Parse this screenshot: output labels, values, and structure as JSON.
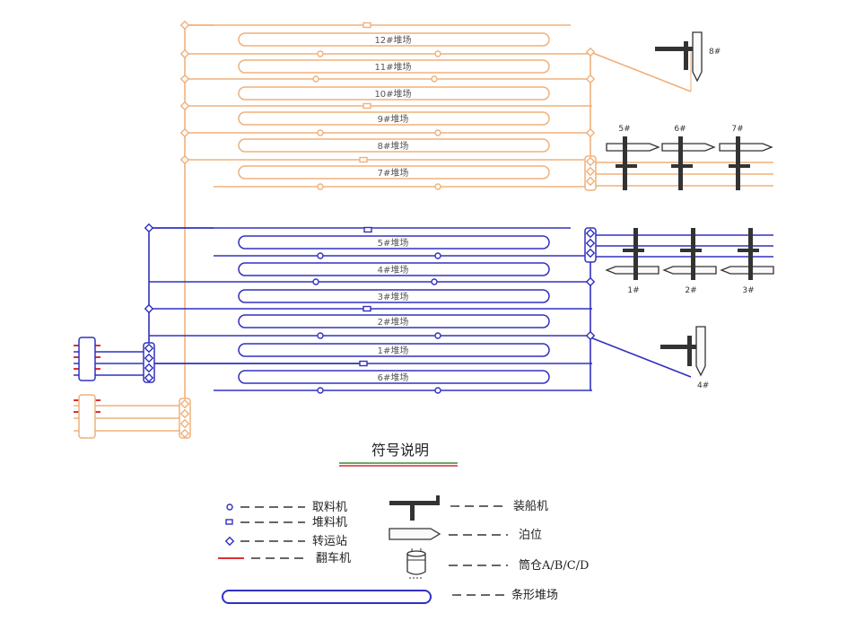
{
  "colors": {
    "orange": "#f0b07a",
    "blue": "#3030c0",
    "dark": "#333333",
    "red": "#e03030"
  },
  "yards_orange": [
    "12#堆场",
    "11#堆场",
    "10#堆场",
    "9#堆场",
    "8#堆场",
    "7#堆场"
  ],
  "yards_blue": [
    "5#堆场",
    "4#堆场",
    "3#堆场",
    "2#堆场",
    "1#堆场",
    "6#堆场"
  ],
  "berths_top": [
    "5#",
    "6#",
    "7#"
  ],
  "berths_mid": [
    "1#",
    "2#",
    "3#"
  ],
  "berth_8": "8#",
  "berth_4": "4#",
  "legend": {
    "title": "符号说明",
    "reclaimer": "取料机",
    "stacker": "堆料机",
    "transfer_station": "转运站",
    "car_dumper": "翻车机",
    "shiploader": "装船机",
    "berth": "泊位",
    "silo": "筒仓A/B/C/D",
    "strip_yard": "条形堆场"
  }
}
